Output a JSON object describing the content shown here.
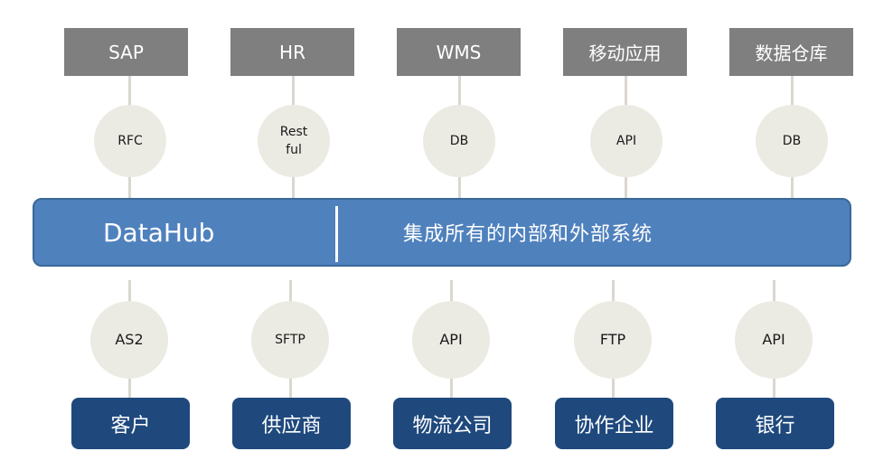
{
  "top_systems": [
    "SAP",
    "HR",
    "WMS",
    "移动应用",
    "数据仓库"
  ],
  "top_protocols": [
    "RFC",
    "Rest\nful",
    "DB",
    "API",
    "DB"
  ],
  "hub": {
    "title": "DataHub",
    "description": "集成所有的内部和外部系统"
  },
  "bottom_protocols": [
    "AS2",
    "SFTP",
    "API",
    "FTP",
    "API"
  ],
  "bottom_partners": [
    "客户",
    "供应商",
    "物流公司",
    "协作企业",
    "银行"
  ],
  "colors": {
    "top_box": "#7f7f7f",
    "circle": "#ecebe3",
    "hub": "#4f81bd",
    "bottom_box": "#1f497d"
  }
}
